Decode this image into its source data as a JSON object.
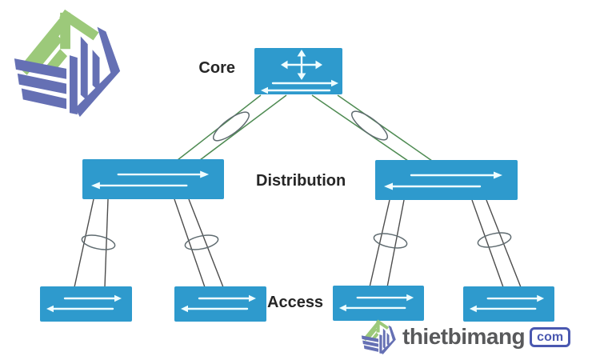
{
  "diagram": {
    "layers": [
      {
        "id": "core",
        "label": "Core"
      },
      {
        "id": "distribution",
        "label": "Distribution"
      },
      {
        "id": "access",
        "label": "Access"
      }
    ],
    "icons": {
      "core_switch": "multi-direction-arrows-icon",
      "switch": "bidirectional-arrows-icon",
      "link_bundle": "etherchannel-loop-icon"
    }
  },
  "branding": {
    "logo": "thietbimang-cube-logo",
    "watermark_brand": "thietbimang",
    "watermark_tld": "com"
  },
  "colors": {
    "background": "#FFFFFF",
    "switch_blue": "#2E9ACD",
    "arrow_white": "#EFFDFF",
    "link_green": "#4E8B52",
    "link_gray": "#4D4D4D",
    "loop_gray": "#5F6B70",
    "label_text": "#262626",
    "brand_text": "#58595B",
    "badge_blue": "#4A58B0",
    "logo_green": "#9CC97A",
    "logo_purple": "#6570B4"
  }
}
